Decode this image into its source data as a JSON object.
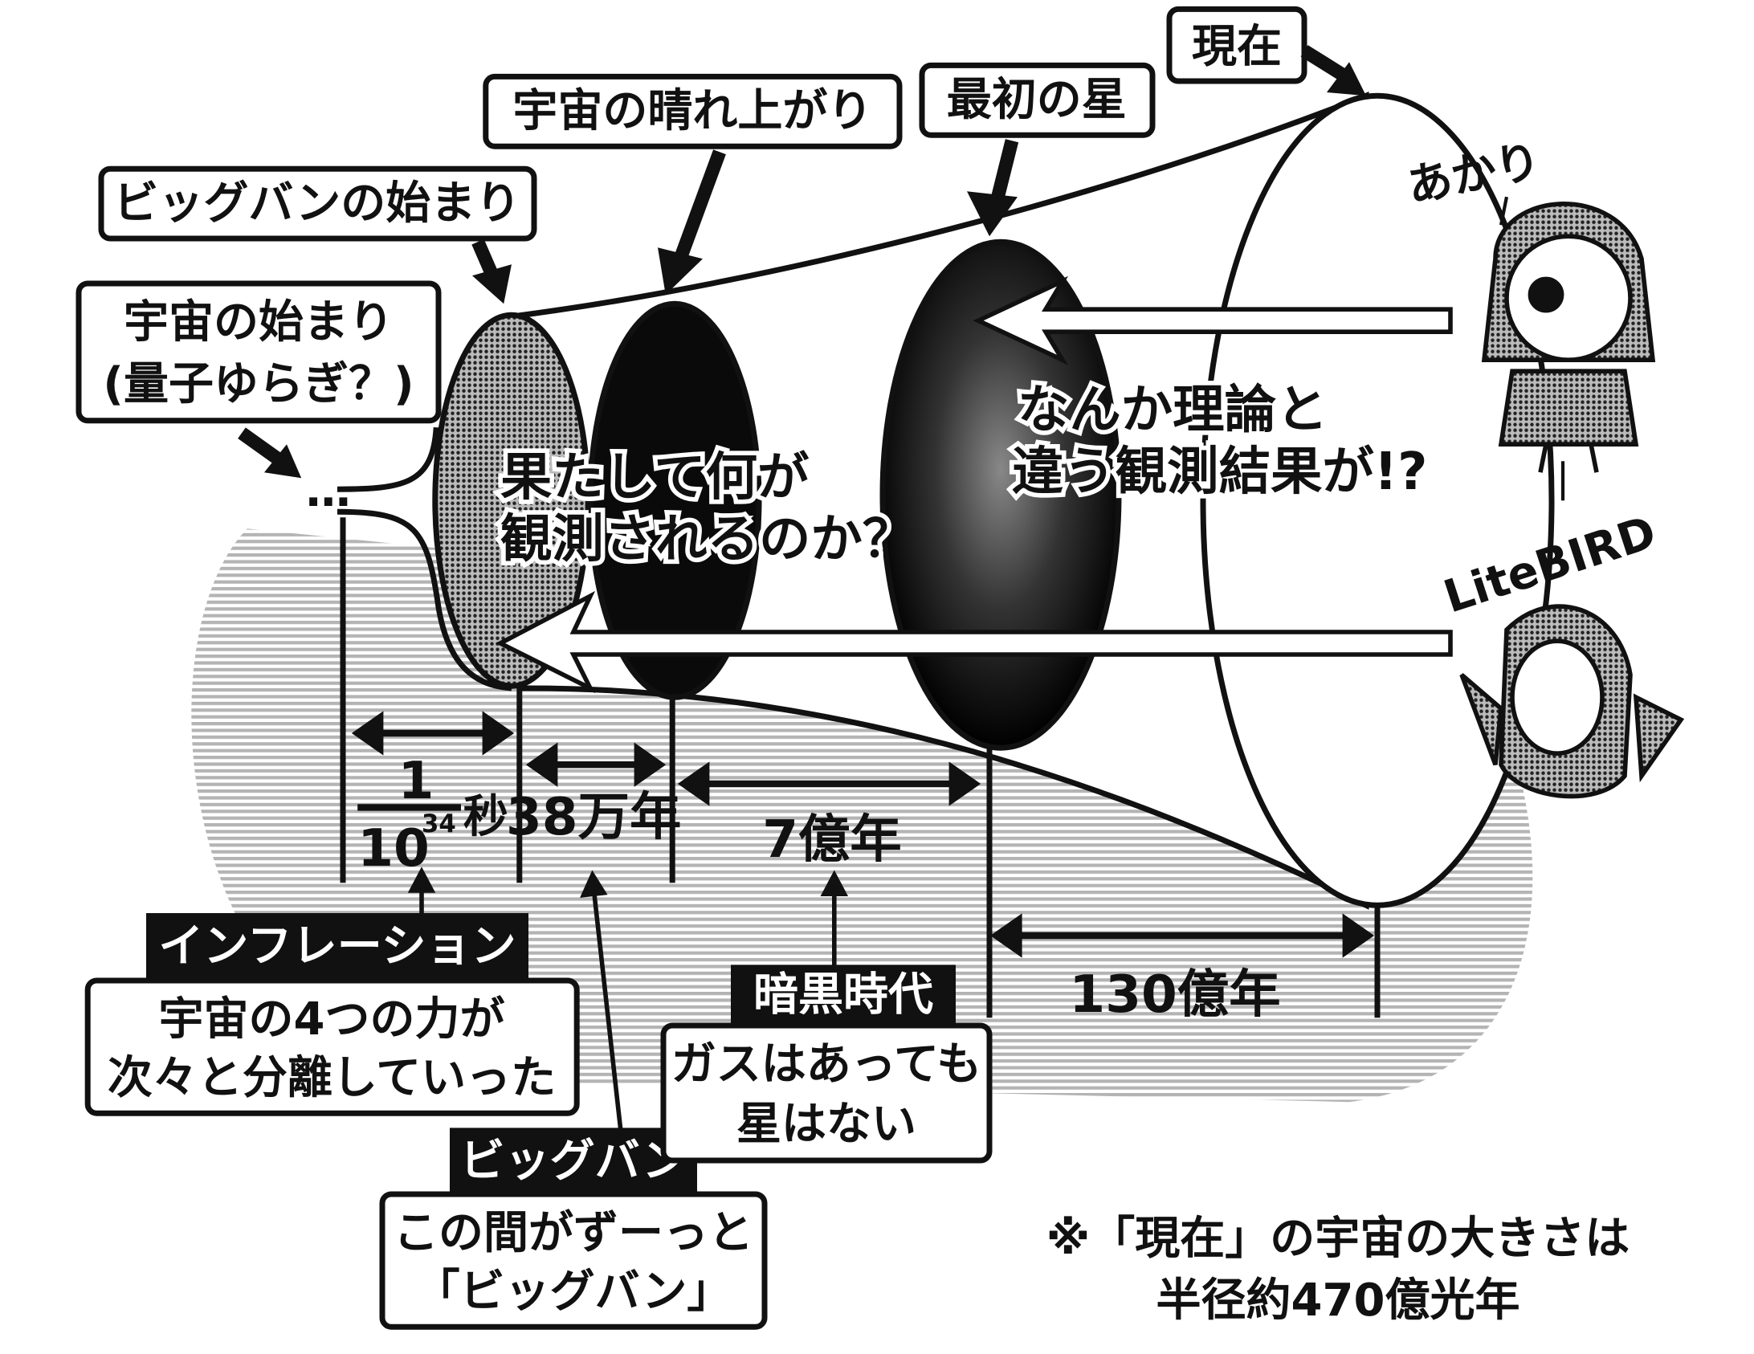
{
  "labels": {
    "present": "現在",
    "first_stars": "最初の星",
    "recombination": "宇宙の晴れ上がり",
    "big_bang_start": "ビッグバンの始まり",
    "universe_start_1": "宇宙の始まり",
    "universe_start_2": "(量子ゆらぎ？)",
    "ellipsis": "…"
  },
  "questions": {
    "q1_line1": "果たして何が",
    "q1_line2": "観測されるのか？",
    "q2_line1": "なんか理論と",
    "q2_line2": "違う観測結果が!?"
  },
  "intervals": {
    "inflation_num": "1",
    "inflation_den": "10",
    "inflation_exp": "34",
    "inflation_unit": "秒",
    "recomb": "38万年",
    "dark": "7億年",
    "stars_to_now": "130億年"
  },
  "notes": {
    "inflation_title": "インフレーション",
    "inflation_l1": "宇宙の4つの力が",
    "inflation_l2": "次々と分離していった",
    "bigbang_title": "ビッグバン",
    "bigbang_l1": "この間がずーっと",
    "bigbang_l2": "「ビッグバン」",
    "dark_title": "暗黒時代",
    "dark_l1": "ガスはあっても",
    "dark_l2": "星はない",
    "size_l1": "※「現在」の宇宙の大きさは",
    "size_l2": "半径約470億光年"
  },
  "characters": {
    "akari": "あかり",
    "litebird": "LiteBIRD"
  }
}
